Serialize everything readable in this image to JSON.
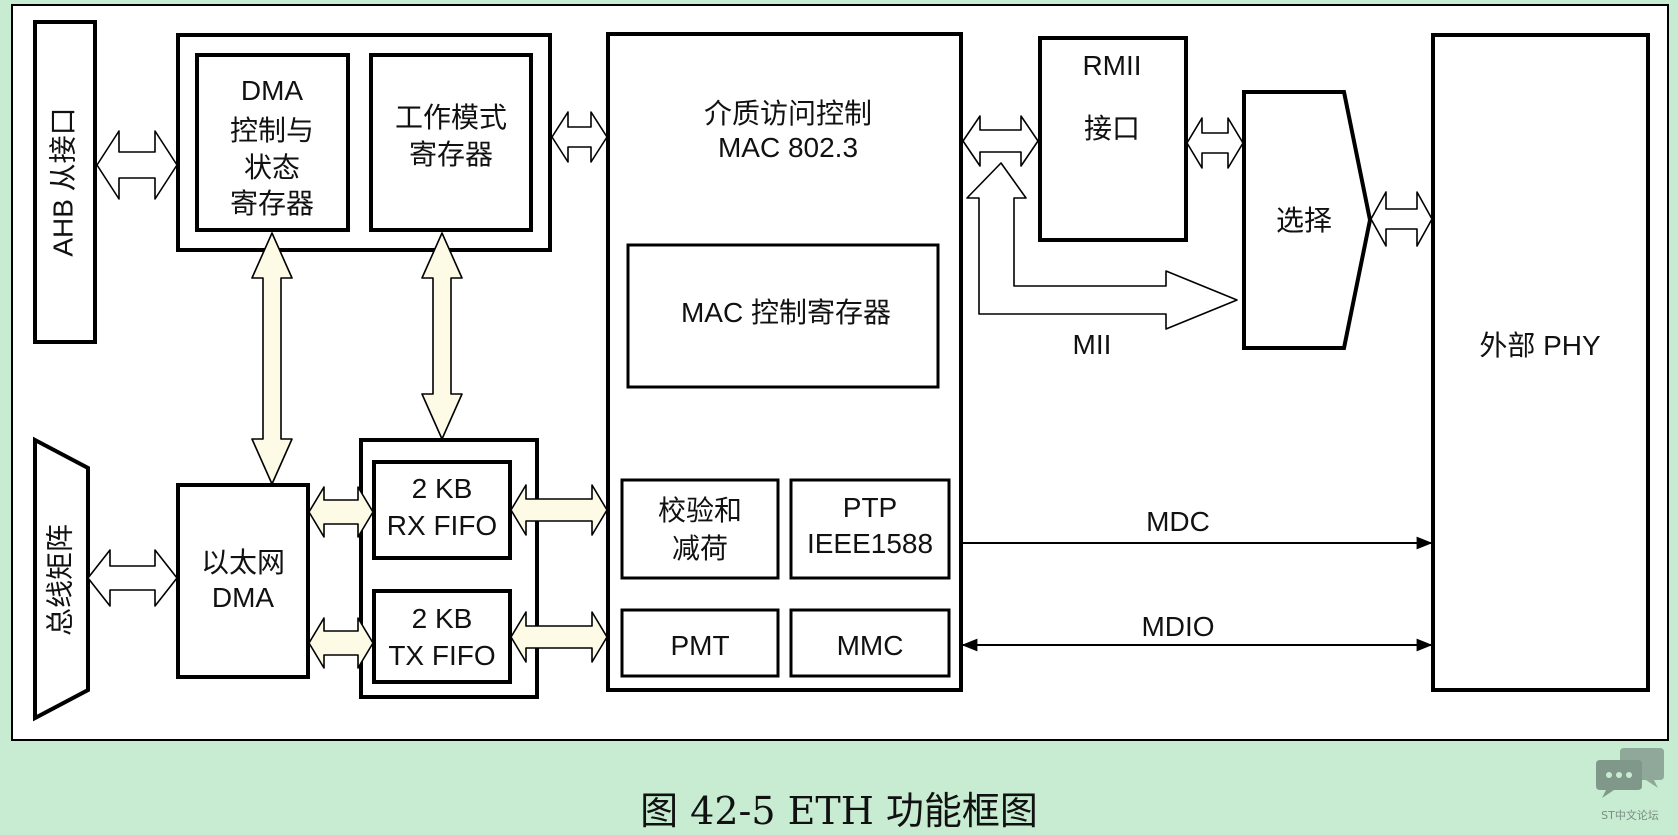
{
  "blocks": {
    "ahb_port": "AHB 从接口",
    "bus_matrix": "总线矩阵",
    "dma_ctrl": [
      "DMA",
      "控制与",
      "状态",
      "寄存器"
    ],
    "op_mode": [
      "工作模式",
      "寄存器"
    ],
    "eth_dma": [
      "以太网",
      "DMA"
    ],
    "rx_fifo": [
      "2 KB",
      "RX FIFO"
    ],
    "tx_fifo": [
      "2 KB",
      "TX FIFO"
    ],
    "mac_title": [
      "介质访问控制",
      "MAC 802.3"
    ],
    "mac_ctrl_reg": "MAC 控制寄存器",
    "checksum": [
      "校验和",
      "减荷"
    ],
    "ptp": [
      "PTP",
      "IEEE1588"
    ],
    "pmt": "PMT",
    "mmc": "MMC",
    "rmii": [
      "RMII",
      "接口"
    ],
    "mii": "MII",
    "select": "选择",
    "ext_phy": "外部 PHY",
    "mdc": "MDC",
    "mdio": "MDIO"
  },
  "caption": "图 42-5 ETH 功能框图",
  "watermark": {
    "text": "ST中文论坛",
    "icon": "chat-bubbles-icon"
  },
  "colors": {
    "background": "#c8ecd2",
    "arrow_fill": "#fdfae6"
  }
}
